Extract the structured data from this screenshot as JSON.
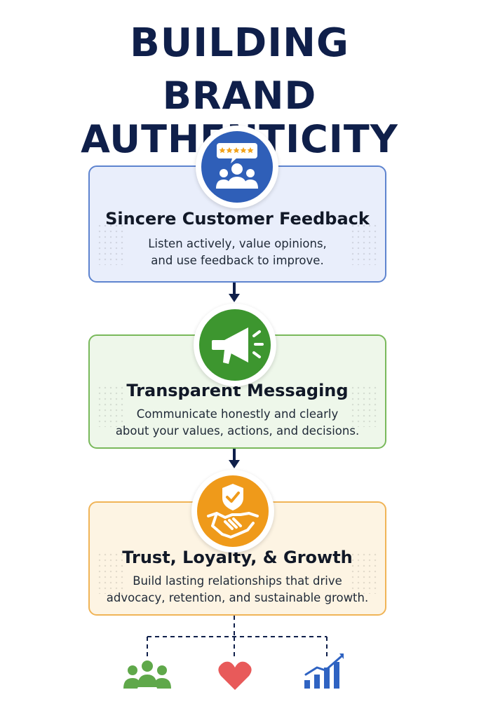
{
  "title": {
    "line1": "BUILDING",
    "line2": "BRAND AUTHENTICITY"
  },
  "steps": [
    {
      "heading": "Sincere Customer Feedback",
      "body_line1": "Listen actively, value opinions,",
      "body_line2": "and use feedback to improve.",
      "icon": "customer-review-icon",
      "color": "#2f5fb8"
    },
    {
      "heading": "Transparent Messaging",
      "body_line1": "Communicate honestly and clearly",
      "body_line2": "about your values, actions, and decisions.",
      "icon": "megaphone-icon",
      "color": "#3d962f"
    },
    {
      "heading": "Trust, Loyalty, & Growth",
      "body_line1": "Build lasting relationships that drive",
      "body_line2": "advocacy, retention, and sustainable growth.",
      "icon": "handshake-shield-icon",
      "color": "#ef9a1a"
    }
  ],
  "outcomes": [
    {
      "icon": "community-icon",
      "color": "#5fa84a"
    },
    {
      "icon": "heart-icon",
      "color": "#e85a5a"
    },
    {
      "icon": "growth-chart-icon",
      "color": "#2f63c2"
    }
  ]
}
